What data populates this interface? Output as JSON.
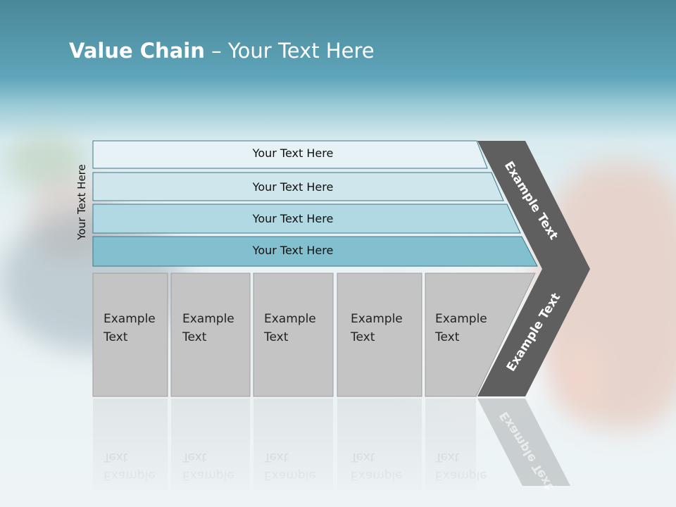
{
  "title": {
    "bold": "Value Chain",
    "rest": " – Your Text Here"
  },
  "side_label": "Your Text Here",
  "bars": [
    {
      "label": "Your Text Here",
      "color": "#e6f2f6"
    },
    {
      "label": "Your Text Here",
      "color": "#cfe6ec"
    },
    {
      "label": "Your Text Here",
      "color": "#b1d9e3"
    },
    {
      "label": "Your Text Here",
      "color": "#82c0d0"
    }
  ],
  "boxes": [
    {
      "line1": "Example",
      "line2": "Text"
    },
    {
      "line1": "Example",
      "line2": "Text"
    },
    {
      "line1": "Example",
      "line2": "Text"
    },
    {
      "line1": "Example",
      "line2": "Text"
    },
    {
      "line1": "Example",
      "line2": "Text"
    }
  ],
  "chevron": {
    "top_label": "Example Text",
    "bottom_label": "Example Text",
    "color": "#5f5f5f"
  },
  "colors": {
    "box_fill": "#c4c4c4",
    "box_stroke": "#9e9e9e",
    "bar_stroke": "#3f7889"
  }
}
